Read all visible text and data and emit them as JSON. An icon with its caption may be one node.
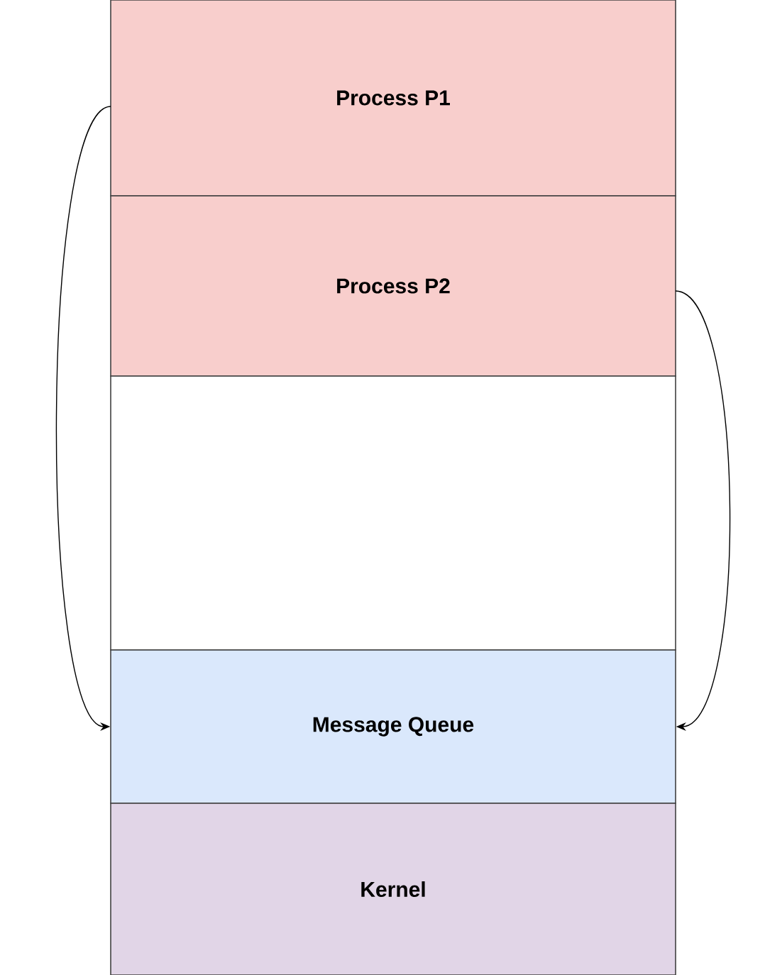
{
  "diagram": {
    "nodes": [
      {
        "text": [
          "Process P1"
        ]
      },
      {
        "text": [
          "Process P2"
        ]
      },
      {
        "text": [],
        "shape": "box"
      },
      {
        "text": [
          "Message Queue"
        ]
      },
      {
        "text": [
          "Kernel"
        ]
      }
    ],
    "edges": [
      {
        "from": 0,
        "to": 3,
        "arrow": "to"
      },
      {
        "from": 1,
        "to": 3,
        "arrow": "to"
      }
    ]
  }
}
